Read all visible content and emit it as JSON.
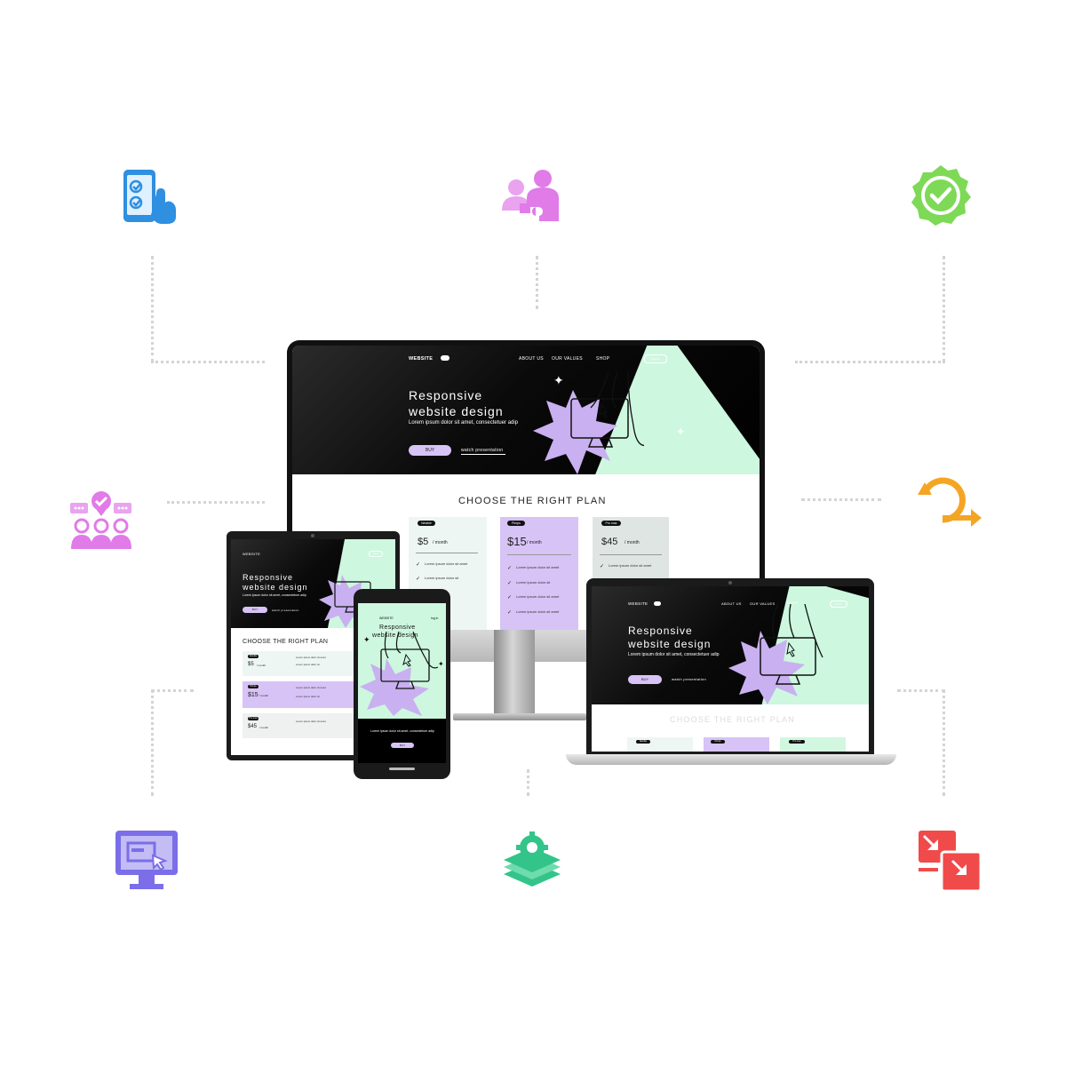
{
  "site": {
    "brand": "WEBSITE",
    "nav": [
      "ABOUT US",
      "OUR VALUES",
      "SHOP"
    ],
    "login_label": "log in",
    "hero_title_line1": "Responsive",
    "hero_title_line2": "website design",
    "hero_subtitle": "Lorem ipsum dolor sit amet, consectetuer adip",
    "buy_label": "BUY",
    "watch_label": "watch presentation",
    "plans_heading": "CHOOSE THE RIGHT PLAN",
    "plans": [
      {
        "tag": "Newbie",
        "price": "$5",
        "period": "/ month",
        "features": [
          "Lorem ipsum dolor sit amet",
          "Lorem ipsum dolor sit"
        ]
      },
      {
        "tag": "Pimps",
        "price": "$15",
        "period": "/ month",
        "features": [
          "Lorem ipsum dolor sit amet",
          "Lorem ipsum dolor sit",
          "Lorem ipsum dolor sit amet",
          "Lorem ipsum dolor sit amet"
        ]
      },
      {
        "tag": "Pro max",
        "price": "$45",
        "period": "/ month",
        "features": [
          "Lorem ipsum dolor sit amet"
        ]
      }
    ]
  },
  "phone_site": {
    "brand": "WEBSITE",
    "login_label": "log in",
    "hero_title_line1": "Responsive",
    "hero_title_line2": "website design",
    "hero_subtitle": "Lorem ipsum dolor sit amet, consectetuer adip",
    "buy_label": "BUY"
  },
  "icons": [
    {
      "name": "mobile-checklist-icon",
      "color": "#2f8fe0"
    },
    {
      "name": "puzzle-people-icon",
      "color": "#e07be8"
    },
    {
      "name": "verified-badge-icon",
      "color": "#7ed957"
    },
    {
      "name": "team-chat-icon",
      "color": "#e07be8"
    },
    {
      "name": "refresh-arrow-icon",
      "color": "#f5a524"
    },
    {
      "name": "web-window-icon",
      "color": "#7b6ee8"
    },
    {
      "name": "layers-gear-icon",
      "color": "#33c48a"
    },
    {
      "name": "resize-screens-icon",
      "color": "#f04a4a"
    }
  ],
  "colors": {
    "mint": "#cdf7df",
    "lavender": "#d7c3f6",
    "dark": "#000000"
  }
}
